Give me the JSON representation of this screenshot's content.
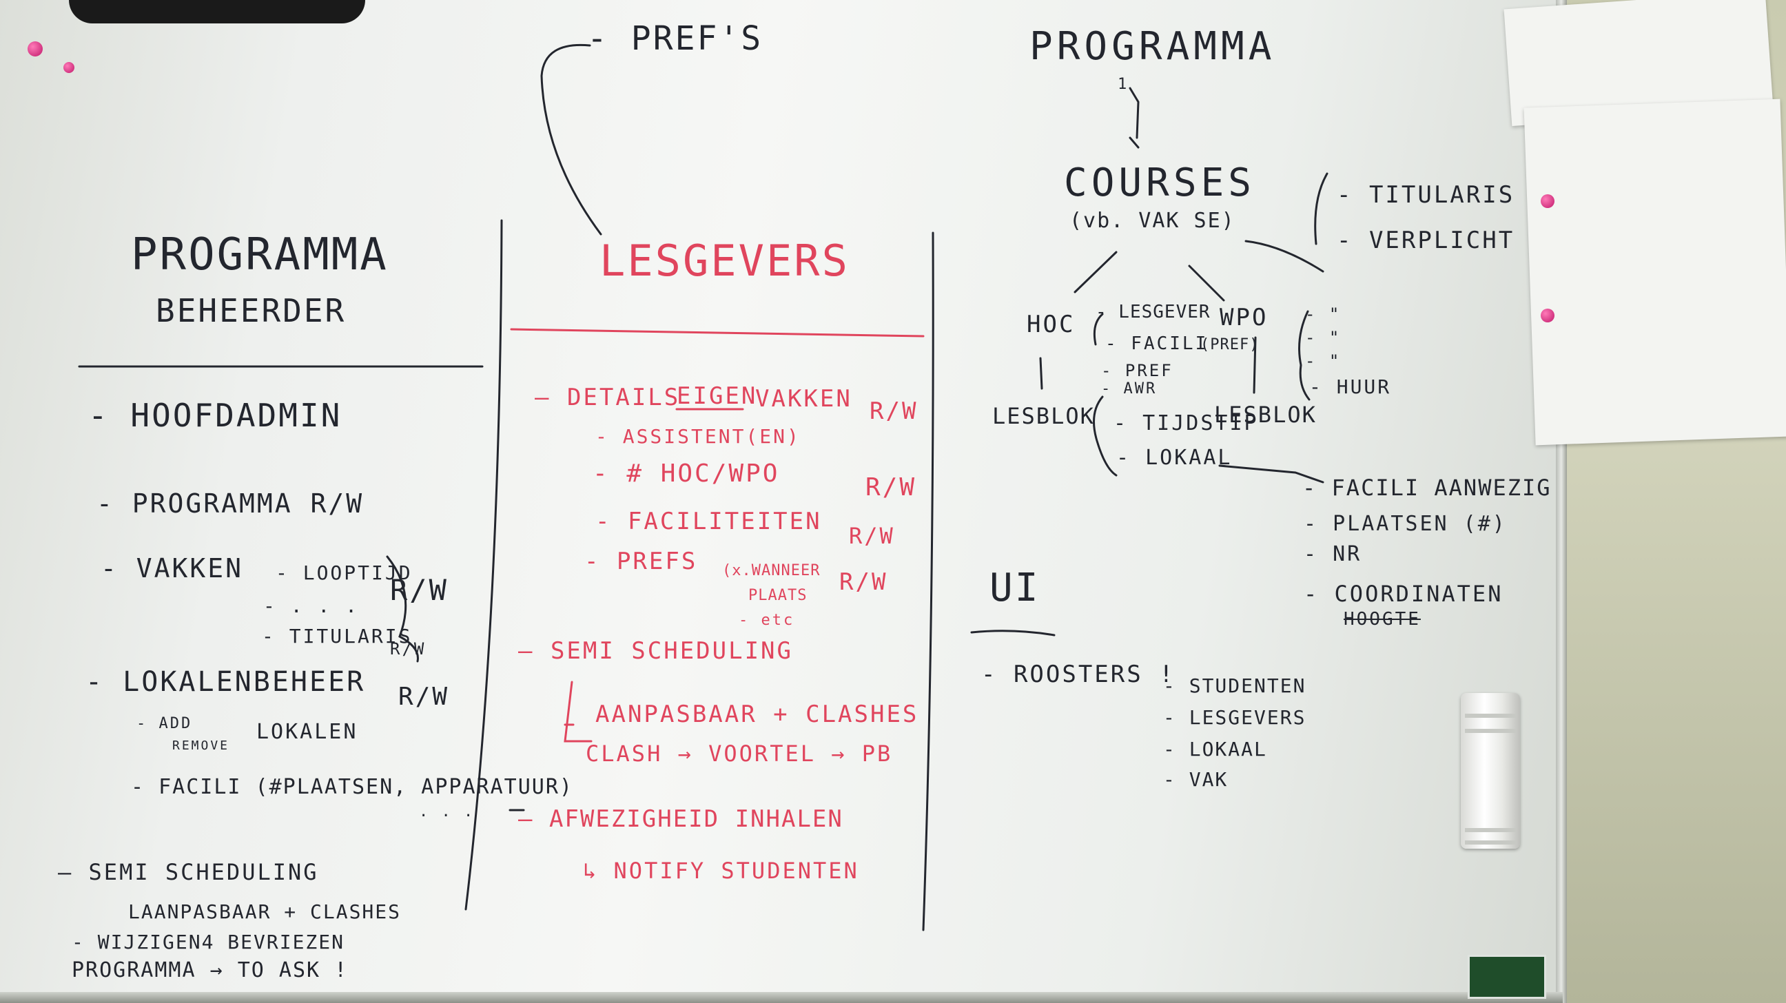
{
  "colors": {
    "marker_black": "#23262e",
    "marker_red": "#e0455d",
    "board": "#f4f5f3",
    "pin": "#d62c7d"
  },
  "left": {
    "title_1": "PROGRAMMA",
    "title_2": "BEHEERDER",
    "items": [
      "- HOOFDADMIN",
      "- PROGRAMMA R/W",
      "- VAKKEN",
      "- LOOPTIJD",
      "- . . .",
      "- TITULARIS",
      "R/W",
      "R/W",
      "- LOKALENBEHEER",
      "R/W",
      "- ADD",
      "REMOVE",
      "LOKALEN",
      "- FACILI (#PLAATSEN, APPARATUUR)",
      ". . .",
      "— SEMI SCHEDULING",
      "LAANPASBAAR + CLASHES",
      "- WIJZIGEN4 BEVRIEZEN",
      "PROGRAMMA → TO ASK !"
    ]
  },
  "middle": {
    "top_label": "- PREF'S",
    "title": "LESGEVERS",
    "items": [
      "— DETAILS",
      "EIGEN",
      "VAKKEN",
      "R/W",
      "- ASSISTENT(EN)",
      "- # HOC/WPO",
      "R/W",
      "- FACILITEITEN",
      "R/W",
      "- PREFS",
      "(x.WANNEER",
      "PLAATS",
      "- etc",
      "R/W",
      "— SEMI SCHEDULING",
      "AANPASBAAR + CLASHES",
      "CLASH → VOORTEL → PB",
      "— AFWEZIGHEID INHALEN",
      "↳ NOTIFY STUDENTEN"
    ]
  },
  "right": {
    "title": "PROGRAMMA",
    "num": "1",
    "courses": "COURSES",
    "courses_sub": "(vb. VAK SE)",
    "courses_attrs": [
      "- TITULARIS",
      "- VERPLICHT"
    ],
    "hoc": "HOC",
    "hoc_items": [
      "- LESGEVER",
      "- FACILI",
      "(PREF)",
      "- PREF",
      "- AWR"
    ],
    "wpo": "WPO",
    "wpo_items": [
      "- \"",
      "- \"",
      "- \"",
      "- HUUR"
    ],
    "lesblok": "LESBLOK",
    "lesblok_wpo": "LESBLOK",
    "lesblok_items": [
      "- TIJDSTIP",
      "- LOKAAL"
    ],
    "lokaal_items": [
      "- FACILI AANWEZIG",
      "- PLAATSEN (#)",
      "- NR",
      "- COORDINATEN",
      "HOOGTE"
    ],
    "ui": "UI",
    "roosters": "- ROOSTERS !",
    "rooster_items": [
      "- STUDENTEN",
      "- LESGEVERS",
      "- LOKAAL",
      "- VAK"
    ]
  }
}
